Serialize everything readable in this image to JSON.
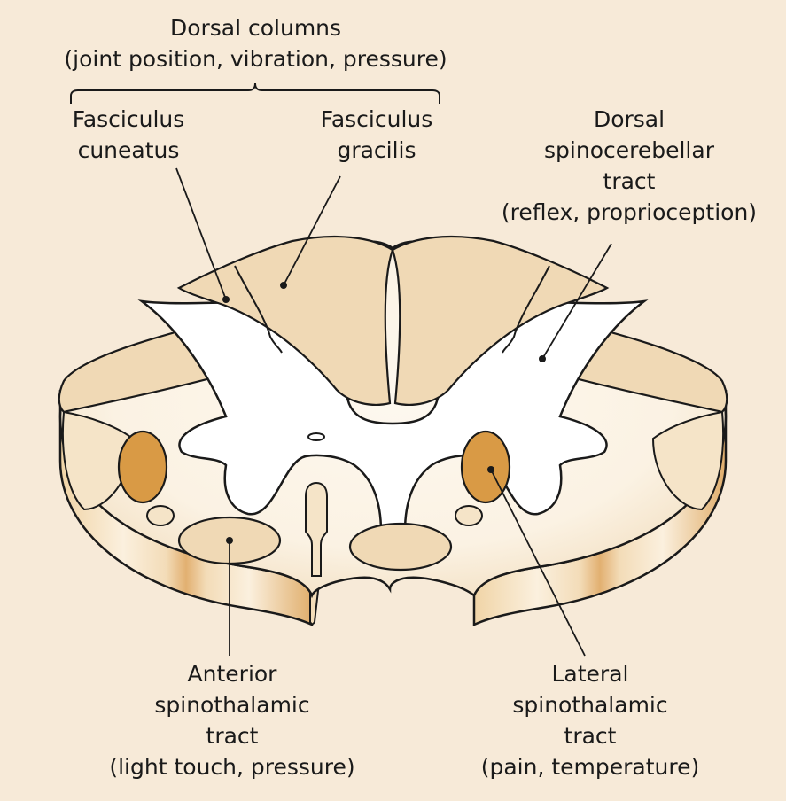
{
  "colors": {
    "background": "#f7ead8",
    "white_matter_tract": "#f0d9b5",
    "grey_matter": "#ffffff",
    "cord_pale": "#fbf4e8",
    "lateral_spinothalamic": "#d99a45",
    "outline": "#1a1a1a"
  },
  "labels": {
    "dorsal_columns": [
      "Dorsal columns",
      "(joint position, vibration, pressure)"
    ],
    "fasciculus_cuneatus": [
      "Fasciculus",
      "cuneatus"
    ],
    "fasciculus_gracilis": [
      "Fasciculus",
      "gracilis"
    ],
    "dorsal_spinocerebellar": [
      "Dorsal",
      "spinocerebellar",
      "tract",
      "(reflex, proprioception)"
    ],
    "anterior_spinothalamic": [
      "Anterior",
      "spinothalamic",
      "tract",
      "(light touch, pressure)"
    ],
    "lateral_spinothalamic": [
      "Lateral",
      "spinothalamic",
      "tract",
      "(pain, temperature)"
    ]
  }
}
